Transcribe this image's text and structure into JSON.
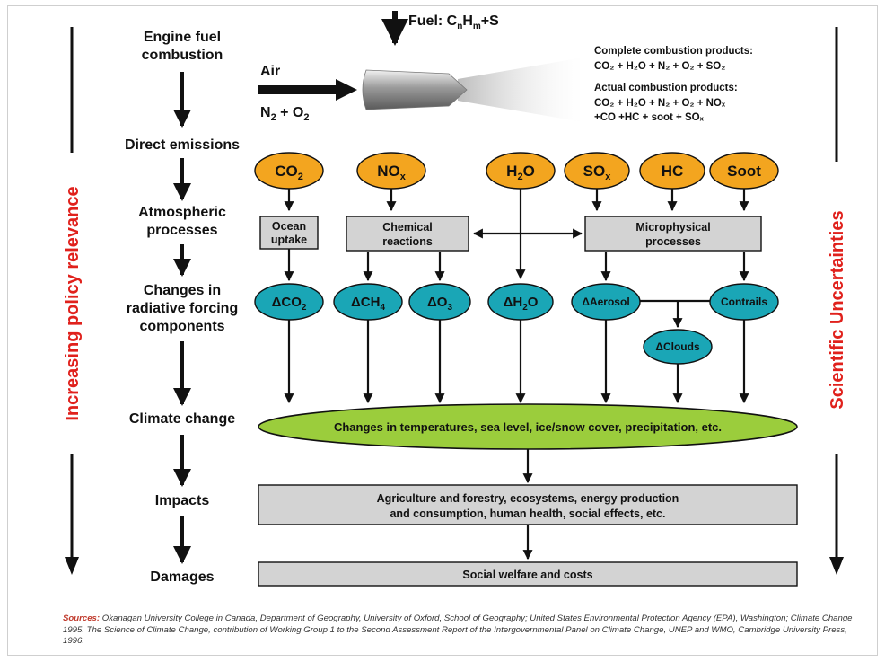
{
  "colors": {
    "emission_fill": "#f3a51f",
    "forcing_fill": "#1aa6b6",
    "climate_fill": "#9bcd3c",
    "box_fill": "#d3d3d3",
    "side_label": "#e0211c"
  },
  "stages": {
    "fuel_1": "Engine fuel",
    "fuel_2": "combustion",
    "direct": "Direct emissions",
    "atmos_1": "Atmospheric",
    "atmos_2": "processes",
    "forcing_1": "Changes in",
    "forcing_2": "radiative forcing",
    "forcing_3": "components",
    "climate": "Climate change",
    "impacts": "Impacts",
    "damages": "Damages"
  },
  "engine": {
    "fuel_label": "Fuel: C",
    "fuel_n": "n",
    "fuel_h": "H",
    "fuel_m": "m",
    "fuel_s": "+S",
    "air_label": "Air",
    "air_n2": "N",
    "air_n2_sub": "2",
    "air_plus": " + O",
    "air_o2_sub": "2"
  },
  "products": {
    "complete_title": "Complete combustion products:",
    "complete_formula": "CO₂ + H₂O + N₂ + O₂ + SO₂",
    "actual_title": "Actual combustion products:",
    "actual_formula_1": "CO₂ + H₂O + N₂ + O₂ + NOₓ",
    "actual_formula_2": "+CO +HC + soot + SOₓ"
  },
  "emissions": [
    {
      "main": "CO",
      "sub": "2"
    },
    {
      "main": "NO",
      "sub": "x"
    },
    {
      "main": "H",
      "sub": "2",
      "tail": "O"
    },
    {
      "main": "SO",
      "sub": "x"
    },
    {
      "main": "HC",
      "sub": ""
    },
    {
      "main": "Soot",
      "sub": ""
    }
  ],
  "processes": {
    "ocean_1": "Ocean",
    "ocean_2": "uptake",
    "chem_1": "Chemical",
    "chem_2": "reactions",
    "micro_1": "Microphysical",
    "micro_2": "processes"
  },
  "forcing": [
    {
      "main": "ΔCO",
      "sub": "2",
      "tail": ""
    },
    {
      "main": "ΔCH",
      "sub": "4",
      "tail": ""
    },
    {
      "main": "ΔO",
      "sub": "3",
      "tail": ""
    },
    {
      "main": "ΔH",
      "sub": "2",
      "tail": "O"
    },
    {
      "main": "ΔAerosol",
      "sub": "",
      "tail": ""
    },
    {
      "main": "Contrails",
      "sub": "",
      "tail": ""
    },
    {
      "main": "ΔClouds",
      "sub": "",
      "tail": ""
    }
  ],
  "climate_text": "Changes in temperatures, sea level, ice/snow cover, precipitation, etc.",
  "impacts_1": "Agriculture and forestry, ecosystems, energy production",
  "impacts_2": "and consumption, human health, social effects, etc.",
  "damages_text": "Social welfare and costs",
  "side_left": "Increasing policy relevance",
  "side_right": "Scientific Uncertainties",
  "sources_label": "Sources:",
  "sources_text": " Okanagan University College in Canada, Department of Geography, University of Oxford, School of Geography; United States Environmental Protection Agency (EPA), Washington; Climate Change 1995. The Science of Climate Change, contribution of Working Group 1 to the Second Assessment Report of the Intergovernmental Panel on Climate Change, UNEP and WMO, Cambridge University Press, 1996."
}
